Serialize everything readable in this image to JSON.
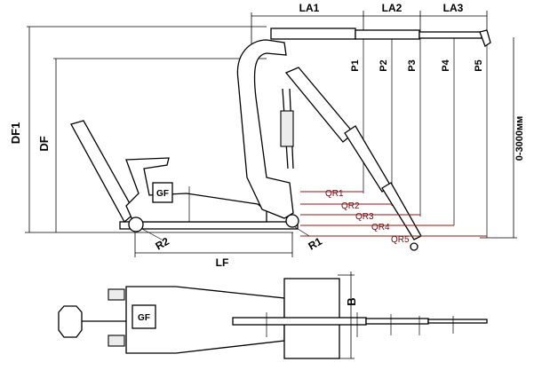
{
  "labels": {
    "la1": "LA1",
    "la2": "LA2",
    "la3": "LA3",
    "p1": "P1",
    "p2": "P2",
    "p3": "P3",
    "p4": "P4",
    "p5": "P5",
    "df1": "DF1",
    "df": "DF",
    "gf": "GF",
    "gf_top": "GF",
    "qr1": "QR1",
    "qr2": "QR2",
    "qr3": "QR3",
    "qr4": "QR4",
    "qr5": "QR5",
    "r1": "R1",
    "r2": "R2",
    "lf": "LF",
    "range": "0-3000мм",
    "b": "B"
  },
  "colors": {
    "line": "#000000",
    "reach_lines": "#8c1a1a",
    "reach_text": "#6b0f0f",
    "fill": "#ececec"
  }
}
